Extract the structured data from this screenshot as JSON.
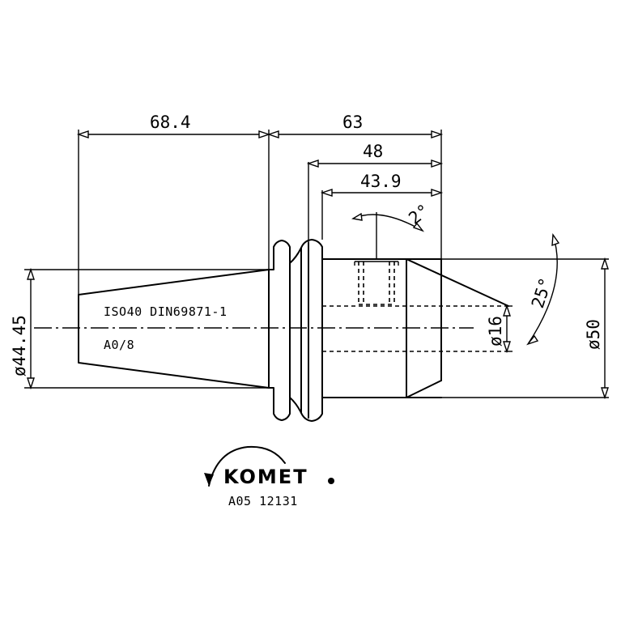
{
  "drawing": {
    "dimensions": {
      "length_taper": "68.4",
      "length_total": "63",
      "length_48": "48",
      "length_43_9": "43.9",
      "diameter_taper": "ø44.45",
      "diameter_body": "ø50",
      "diameter_bore": "ø16",
      "angle_small": "2°",
      "angle_chamfer": "25°"
    },
    "labels": {
      "standard": "ISO40 DIN69871-1",
      "form": "A0/8"
    },
    "logo": {
      "brand": "KOMET",
      "part_number": "A05 12131"
    }
  }
}
